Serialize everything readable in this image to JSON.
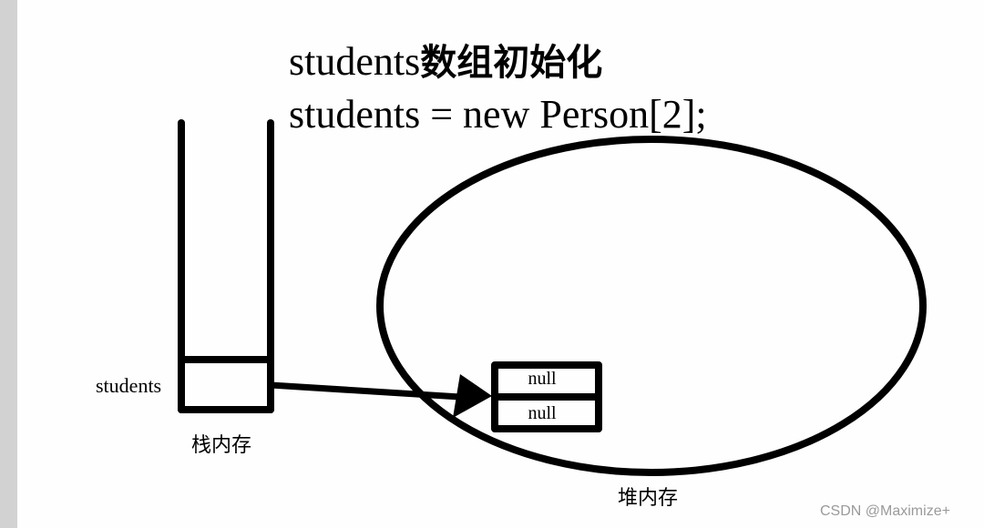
{
  "title": {
    "line1_latin": "students",
    "line1_cjk": "数组初始化",
    "line2": "students = new Person[2];"
  },
  "stack": {
    "label": "栈内存",
    "variable_label": "students"
  },
  "heap": {
    "label": "堆内存",
    "array_cells": [
      "null",
      "null"
    ]
  },
  "arrow": {
    "from": "students",
    "to": "array"
  },
  "watermark": "CSDN @Maximize+",
  "colors": {
    "stroke": "#000000",
    "left_strip": "#d2d2d2",
    "watermark": "#9a9a9a"
  }
}
